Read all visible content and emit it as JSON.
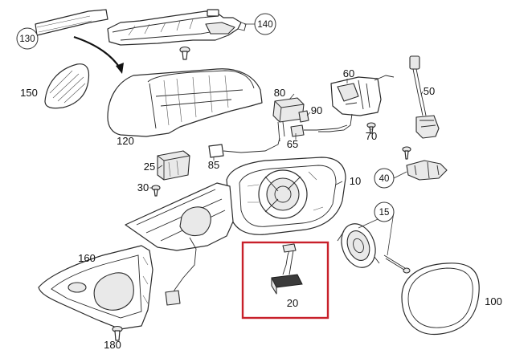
{
  "callouts": {
    "c10": "10",
    "c15": "15",
    "c20": "20",
    "c25": "25",
    "c30": "30",
    "c40": "40",
    "c50": "50",
    "c60": "60",
    "c65": "65",
    "c70": "70",
    "c80": "80",
    "c85": "85",
    "c90": "90",
    "c100": "100",
    "c120": "120",
    "c130": "130",
    "c140": "140",
    "c150": "150",
    "c160": "160",
    "c180": "180"
  },
  "highlight": {
    "part": "20",
    "color": "#c8202a"
  }
}
